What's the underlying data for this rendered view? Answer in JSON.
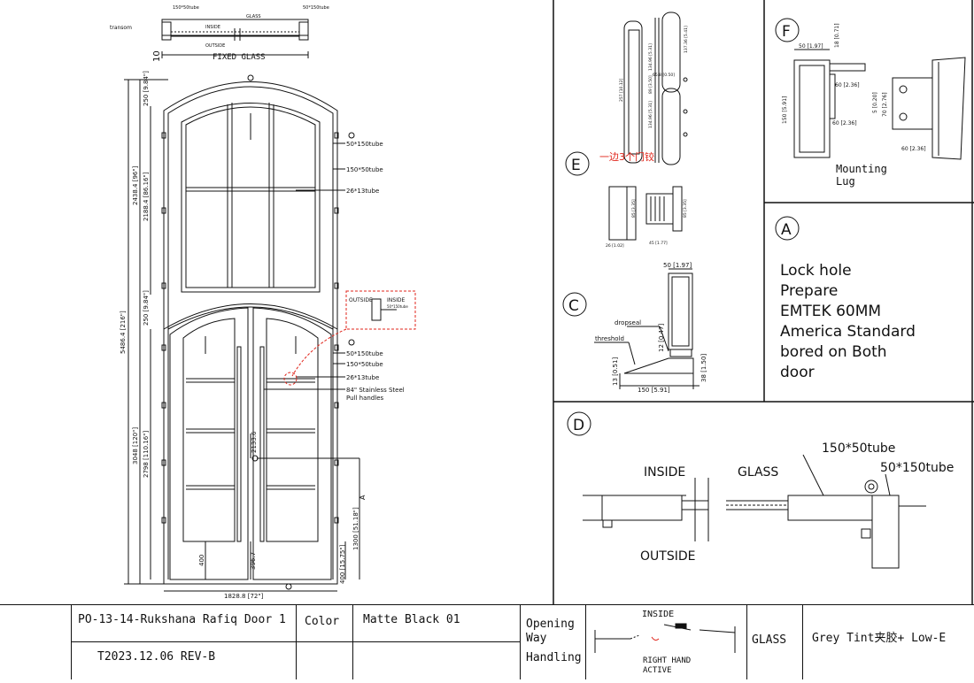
{
  "drawing": {
    "top_section": {
      "transom_label": "transom",
      "tube_left": "150*50tube",
      "tube_right": "50*150tube",
      "inside": "INSIDE",
      "outside": "OUTSIDE",
      "glass": "GLASS",
      "dim_10": "10",
      "fixed_glass": "FIXED GLASS"
    },
    "elevation": {
      "dim_total_height": "5486.4 [216\"]",
      "dim_transom_height": "2438.4 [96\"]",
      "dim_transom_inner": "2188.4 [86.16\"]",
      "dim_arch_top": "250 [9.84\"]",
      "dim_arch_mid": "250 [9.84\"]",
      "dim_door_height": "3048 [120\"]",
      "dim_door_inner": "2798 [110.16\"]",
      "dim_bottom_rail": "400",
      "dim_bottom_rail2": "396.7",
      "dim_handle_height": "1300 [51.18\"]",
      "dim_sill": "400 [15.75\"]",
      "dim_handle_len": "2133.6",
      "dim_width": "1828.8 [72\"]",
      "callout_a": "A",
      "labels": [
        "50*150tube",
        "150*50tube",
        "26*13tube",
        "50*150tube",
        "150*50tube",
        "26*13tube",
        "84\" Stainless Steel",
        "Pull handles"
      ],
      "detail_outside": "OUTSIDE",
      "detail_inside": "INSIDE",
      "detail_tube": "50*150tube"
    },
    "detail_e": {
      "letter": "E",
      "note": "一边3个门铰",
      "dims": [
        "257 [10.12]",
        "134.96 [5.31]",
        "89 [3.50]",
        "65.8 [0.50]",
        "134.96 [5.31]",
        "137.36 [5.41]",
        "85 [3.35]",
        "85 [3.35]",
        "26 [1.02]",
        "45 [1.77]"
      ]
    },
    "detail_c": {
      "letter": "C",
      "dim_top": "50 [1.97]",
      "dropseal": "dropseal",
      "threshold": "threshold",
      "dim_12": "12 [0.47]",
      "dim_13": "13 [0.51]",
      "dim_38": "38 [1.50]",
      "dim_150": "150 [5.91]"
    },
    "detail_f": {
      "letter": "F",
      "dim_50": "50 [1.97]",
      "dim_18": "18 [0.71]",
      "dim_150": "150 [5.91]",
      "dim_60a": "60 [2.36]",
      "dim_5": "5 [0.20]",
      "dim_70": "70 [2.76]",
      "dim_60b": "60 [2.36]",
      "dim_60c": "60 [2.36]",
      "caption_line1": "Mounting",
      "caption_line2": "Lug"
    },
    "detail_a": {
      "letter": "A",
      "lines": [
        "Lock hole",
        "Prepare",
        "EMTEK  60MM",
        "America Standard",
        "bored on Both",
        "door"
      ]
    },
    "detail_d": {
      "letter": "D",
      "inside": "INSIDE",
      "glass": "GLASS",
      "outside": "OUTSIDE",
      "tube1": "150*50tube",
      "tube2": "50*150tube"
    }
  },
  "title_block": {
    "project": "PO-13-14-Rukshana Rafiq Door 1",
    "revision": "T2023.12.06  REV-B",
    "color_label": "Color",
    "color_value": "Matte Black 01",
    "opening_line1": "Opening",
    "opening_line2": "Way",
    "opening_line3": "Handling",
    "opening_inside": "INSIDE",
    "opening_hand_line1": "RIGHT HAND",
    "opening_hand_line2": "ACTIVE",
    "glass_label": "GLASS",
    "glass_value": "Grey Tint夹胶+ Low-E"
  },
  "colors": {
    "ink": "#111111",
    "red": "#e0251b"
  }
}
